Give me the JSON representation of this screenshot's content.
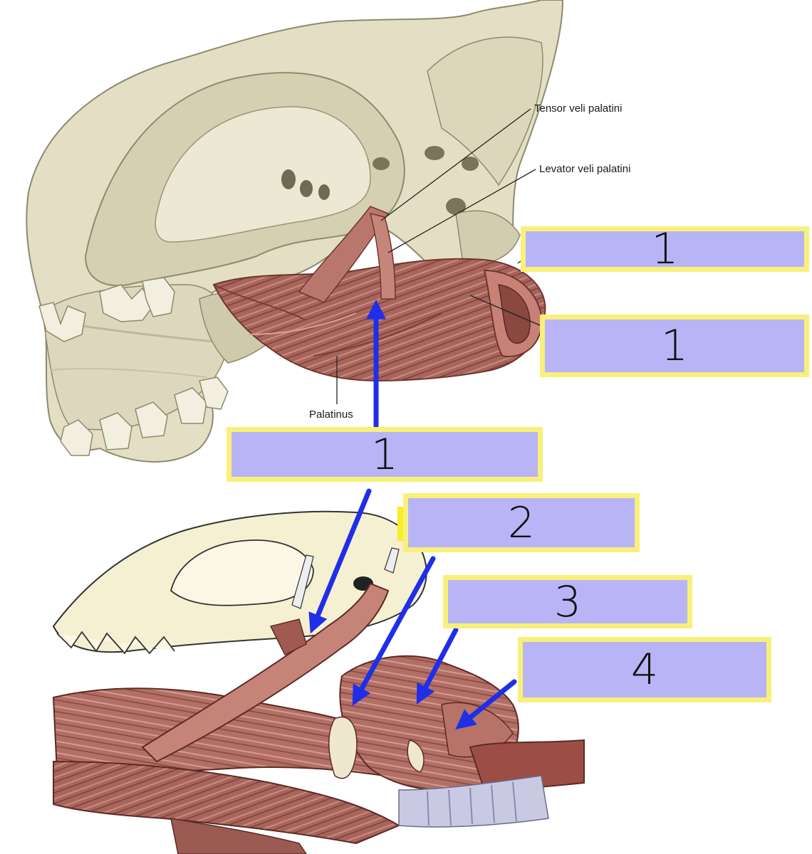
{
  "labels": {
    "tensor": "Tensor veli palatini",
    "levator": "Levator veli palatini",
    "palatinus": "Palatinus"
  },
  "answer_boxes": [
    {
      "text": "1"
    },
    {
      "text": "1"
    },
    {
      "text": "1"
    },
    {
      "text": "2"
    },
    {
      "text": "3"
    },
    {
      "text": "4"
    }
  ],
  "colors": {
    "box_fill": "#b8b4f6",
    "box_border": "#f8f07a",
    "arrow": "#1f2fe8",
    "bone": "#e6e1c8",
    "muscle": "#a7625a"
  },
  "icons": [
    "skull-illustration",
    "soft-palate-muscle-illustration",
    "pharynx-muscle-illustration",
    "arrow"
  ]
}
